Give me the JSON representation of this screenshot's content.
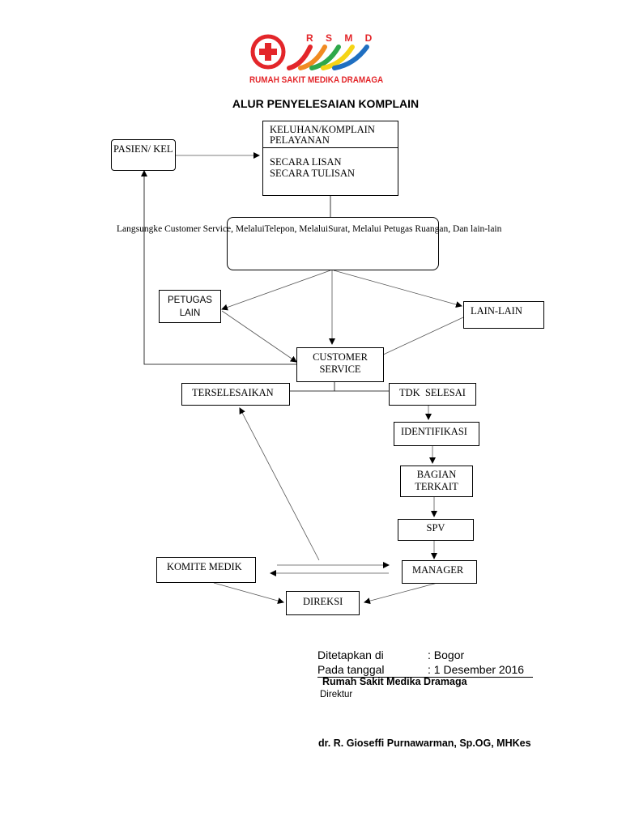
{
  "logo": {
    "letters": "R S M D",
    "name": "RUMAH SAKIT MEDIKA DRAMAGA",
    "colors": {
      "red": "#e3262a",
      "orange": "#f18a21",
      "yellow": "#f5d416",
      "green": "#2ea84a",
      "blue": "#1f6fc1"
    }
  },
  "title": "ALUR PENYELESAIAN KOMPLAIN",
  "nodes": {
    "pasien": "PASIEN/ KEL",
    "keluhan_line1": "KELUHAN/KOMPLAIN",
    "keluhan_line2": "PELAYANAN",
    "lisan": "SECARA LISAN",
    "tulisan": "SECARA TULISAN",
    "channels": "Langsungke Customer Service, MelaluiTelepon, MelaluiSurat, Melalui Petugas Ruangan, Dan lain-lain",
    "petugas_line1": "PETUGAS",
    "petugas_line2": "LAIN",
    "lainlain": "LAIN-LAIN",
    "cs_line1": "CUSTOMER",
    "cs_line2": "SERVICE",
    "terselesaikan": "TERSELESAIKAN",
    "tdk_selesai": "TDK  SELESAI",
    "identifikasi": "IDENTIFIKASI",
    "bagian_line1": "BAGIAN",
    "bagian_line2": "TERKAIT",
    "spv": "SPV",
    "komite": "KOMITE MEDIK",
    "manager": "MANAGER",
    "direksi": "DIREKSI"
  },
  "footer": {
    "ditetapkan_label": "Ditetapkan di",
    "ditetapkan_value": ": Bogor",
    "tanggal_label": "Pada tanggal",
    "tanggal_value": ": 1 Desember 2016",
    "org": "Rumah Sakit Medika Dramaga",
    "role": "Direktur",
    "signatory": "dr. R. Gioseffi Purnawarman, Sp.OG, MHKes"
  }
}
